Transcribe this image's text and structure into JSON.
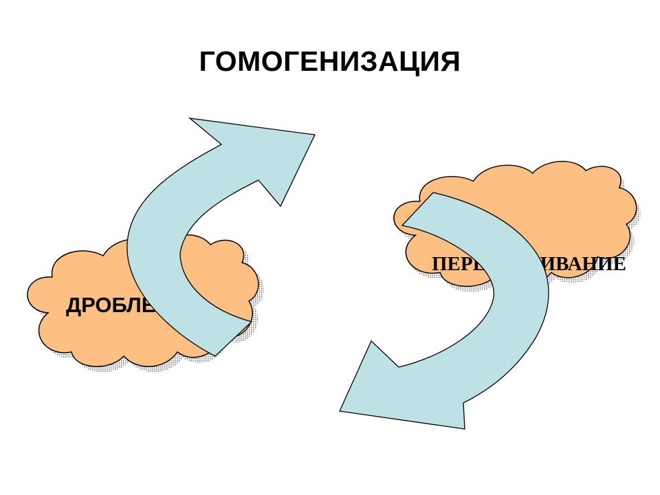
{
  "title": "ГОМОГЕНИЗАЦИЯ",
  "left_cloud": {
    "label": "ДРОБЛЕНИЕ"
  },
  "right_cloud": {
    "label": "ПЕРЕМЕШИВАНИЕ"
  },
  "colors": {
    "cloud_fill": "#FDBF82",
    "arrow_fill": "#BEE1E5",
    "cloud_shadow": "#9A9A9A"
  }
}
